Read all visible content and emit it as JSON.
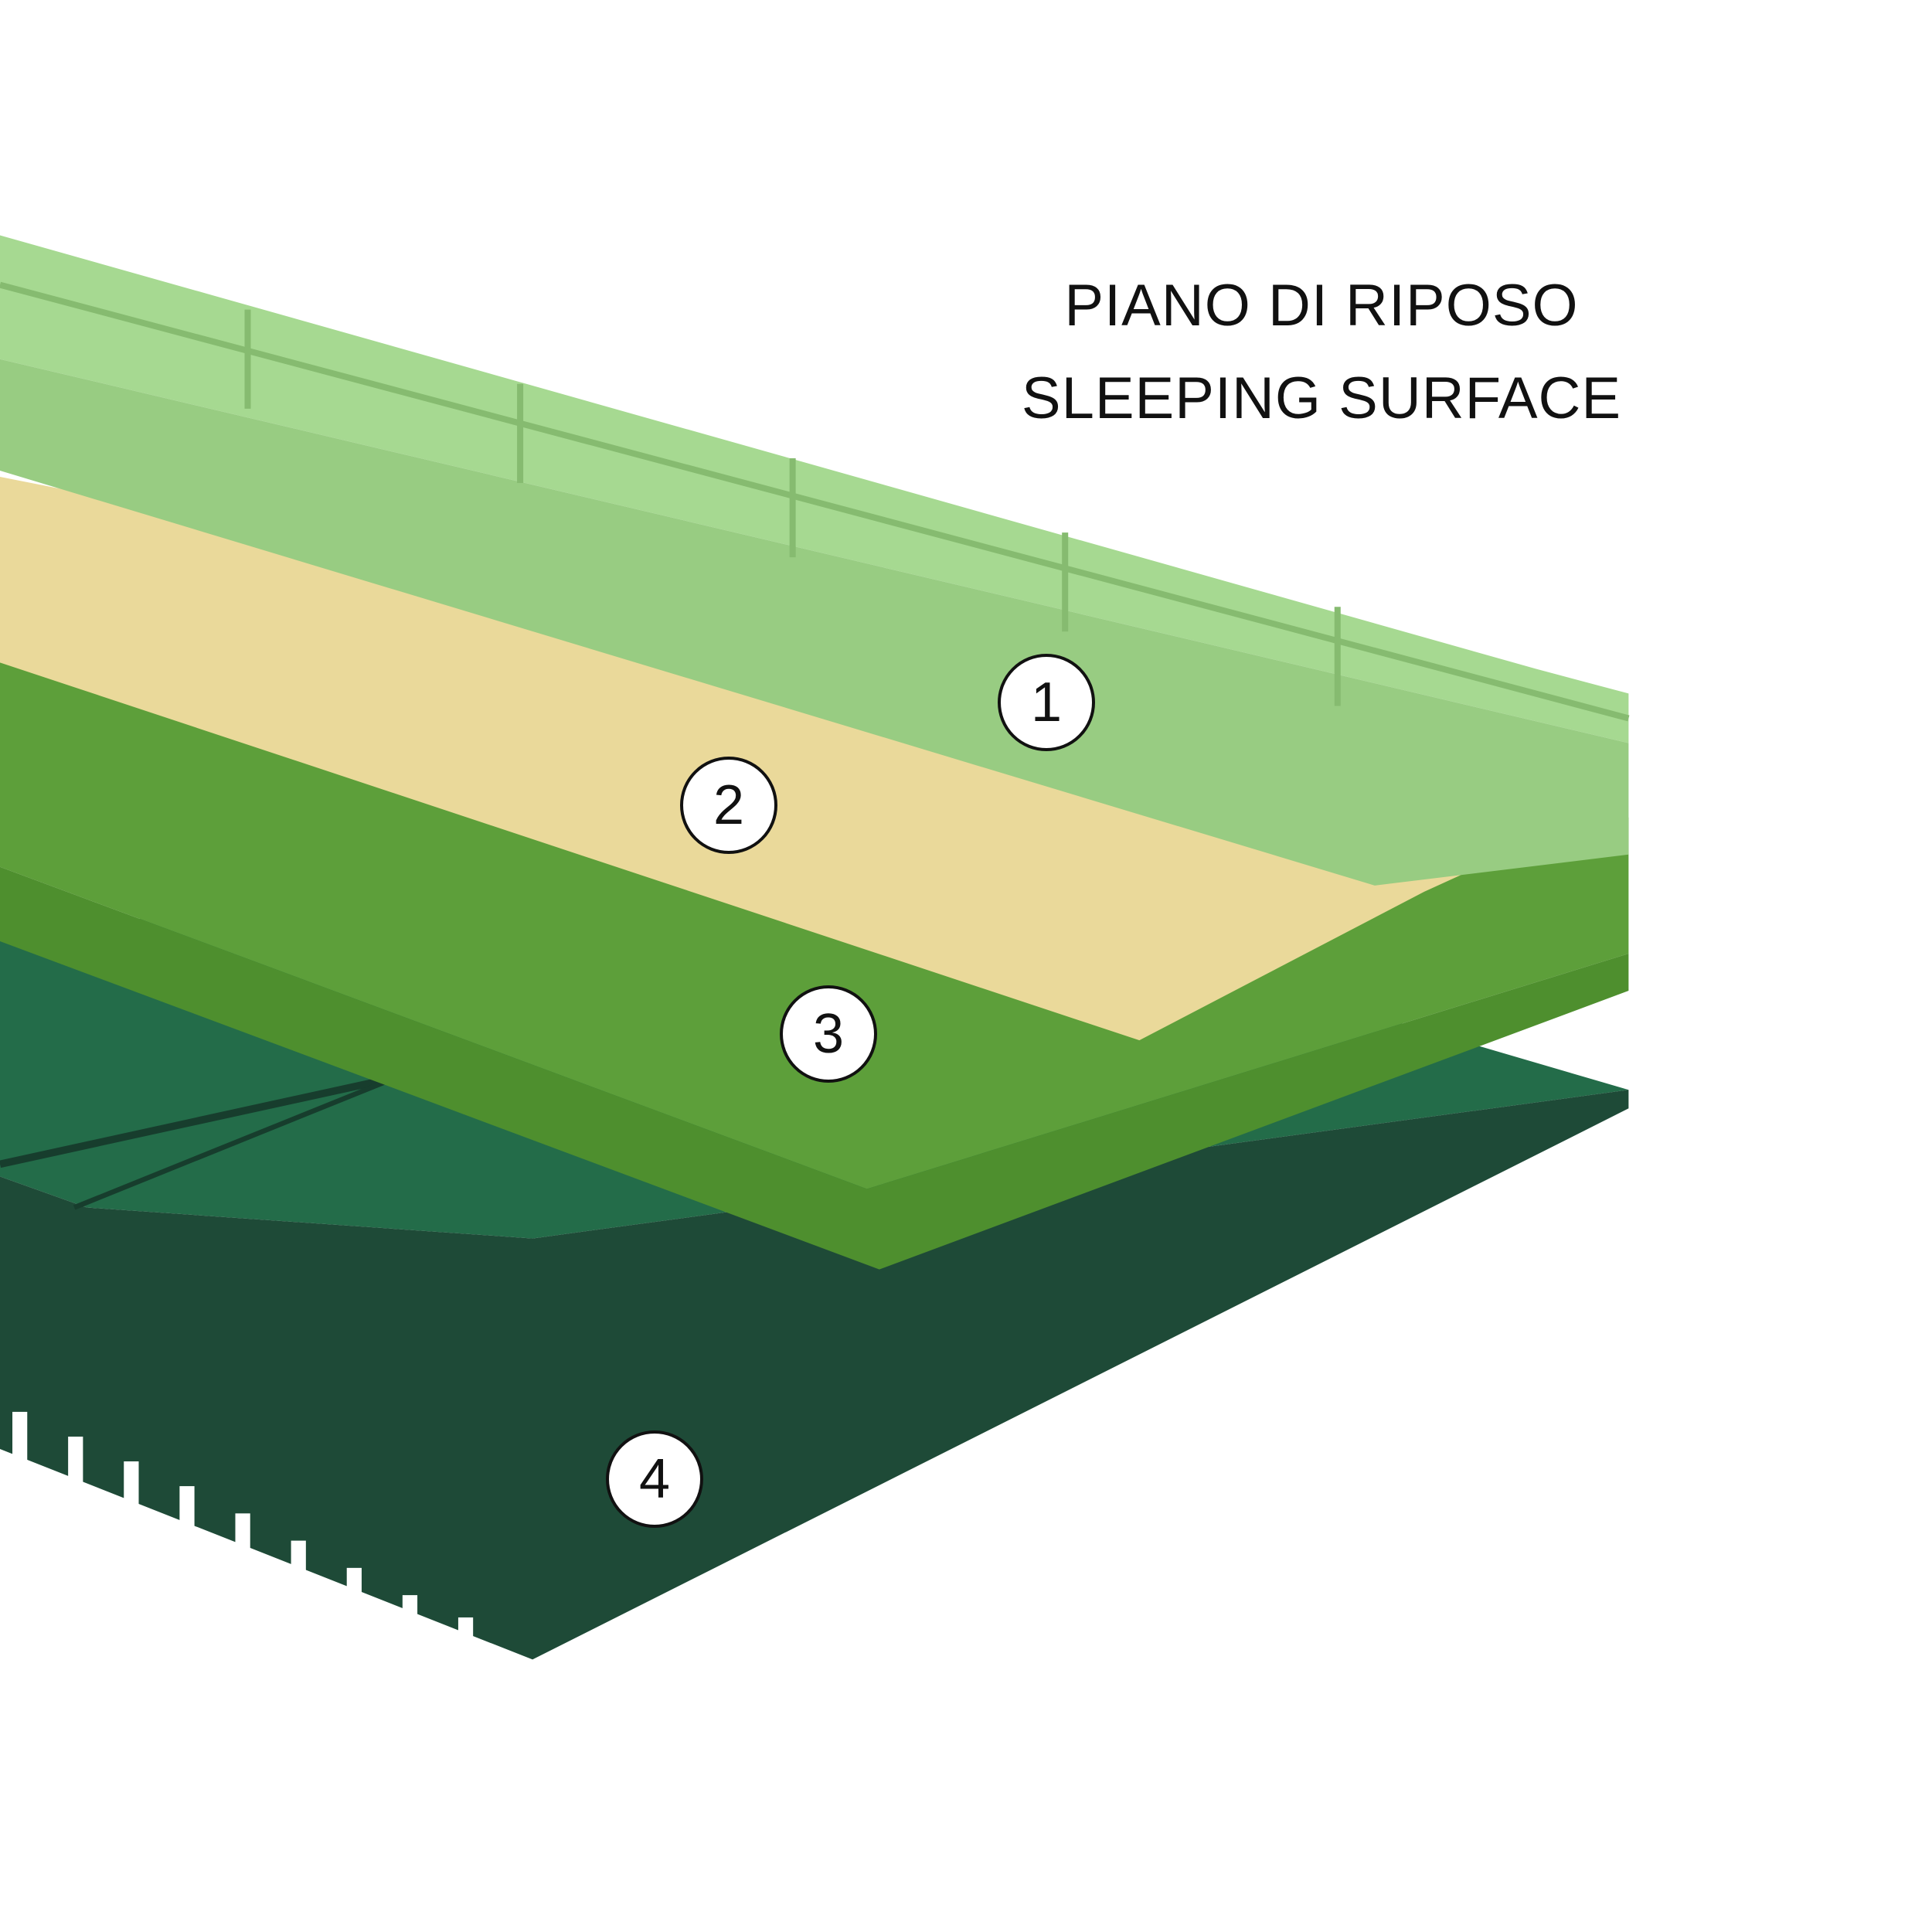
{
  "heading": {
    "line1": "PIANO DI RIPOSO",
    "line2": "SLEEPING SURFACE"
  },
  "layers": [
    {
      "number": "1",
      "color": "#a6d991"
    },
    {
      "number": "2",
      "color": "#ead99a"
    },
    {
      "number": "3",
      "color": "#5d9f3a"
    },
    {
      "number": "4",
      "color": "#236c49"
    }
  ]
}
